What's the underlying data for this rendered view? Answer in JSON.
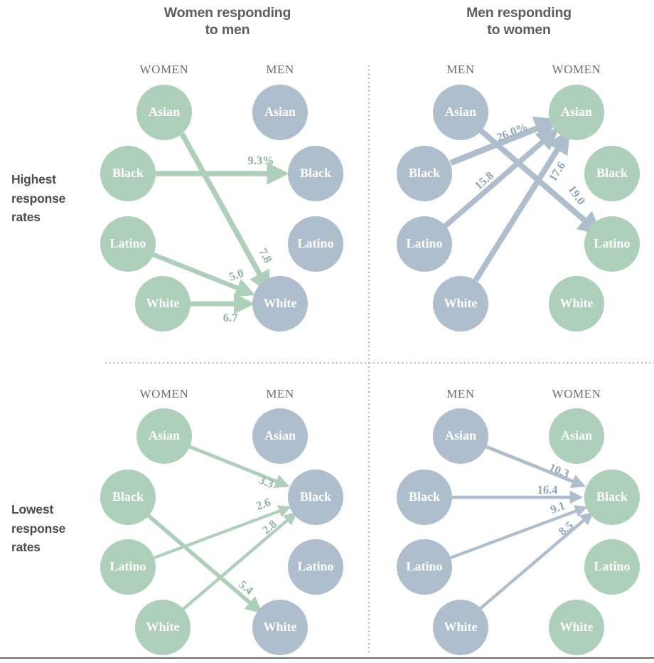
{
  "colors": {
    "green": "#aecfb9",
    "blue": "#aebecd",
    "green_text": "#8cb79c",
    "blue_text": "#8fa5bb",
    "node_text": "#ffffff",
    "heading": "#5e5e62",
    "row_label": "#4c4c50",
    "column_head": "#6f6f73",
    "divider": "#8c8c90",
    "baseline": "#3b3b3f",
    "background": "#ffffff"
  },
  "panels": {
    "left_title_line1": "Women responding",
    "left_title_line2": "to men",
    "right_title_line1": "Men responding",
    "right_title_line2": "to women"
  },
  "rows": {
    "top_label_line1": "Highest",
    "top_label_line2": "response",
    "top_label_line3": "rates",
    "bottom_label_line1": "Lowest",
    "bottom_label_line2": "response",
    "bottom_label_line3": "rates"
  },
  "column_heads": {
    "women": "WOMEN",
    "men": "MEN"
  },
  "categories": [
    "Asian",
    "Black",
    "Latino",
    "White"
  ],
  "chart_data": {
    "type": "diagram",
    "title": "Online dating response rates by race and gender",
    "subtitle": "",
    "xlabel": "",
    "ylabel": "",
    "value_unit": "percent",
    "quadrants": [
      {
        "id": "women-to-men-highest",
        "panel": "Women responding to men",
        "row": "Highest response rates",
        "source_group": "WOMEN",
        "target_group": "MEN",
        "source_color": "#aecfb9",
        "target_color": "#aebecd",
        "edge_color": "#aecfb9",
        "nodes_source": [
          "Asian",
          "Black",
          "Latino",
          "White"
        ],
        "nodes_target": [
          "Asian",
          "Black",
          "Latino",
          "White"
        ],
        "edges": [
          {
            "from": "Asian",
            "to": "White",
            "value": 7.8,
            "label": "7.8"
          },
          {
            "from": "Black",
            "to": "Black",
            "value": 9.3,
            "label": "9.3%"
          },
          {
            "from": "Latino",
            "to": "White",
            "value": 5.0,
            "label": "5.0"
          },
          {
            "from": "White",
            "to": "White",
            "value": 6.7,
            "label": "6.7"
          }
        ]
      },
      {
        "id": "men-to-women-highest",
        "panel": "Men responding to women",
        "row": "Highest response rates",
        "source_group": "MEN",
        "target_group": "WOMEN",
        "source_color": "#aebecd",
        "target_color": "#aecfb9",
        "edge_color": "#aebecd",
        "nodes_source": [
          "Asian",
          "Black",
          "Latino",
          "White"
        ],
        "nodes_target": [
          "Asian",
          "Black",
          "Latino",
          "White"
        ],
        "edges": [
          {
            "from": "Asian",
            "to": "Latino",
            "value": 19.0,
            "label": "19.0"
          },
          {
            "from": "Black",
            "to": "Asian",
            "value": 26.0,
            "label": "26.0%"
          },
          {
            "from": "Latino",
            "to": "Asian",
            "value": 15.8,
            "label": "15.8"
          },
          {
            "from": "White",
            "to": "Asian",
            "value": 17.6,
            "label": "17.6"
          }
        ]
      },
      {
        "id": "women-to-men-lowest",
        "panel": "Women responding to men",
        "row": "Lowest response rates",
        "source_group": "WOMEN",
        "target_group": "MEN",
        "source_color": "#aecfb9",
        "target_color": "#aebecd",
        "edge_color": "#aecfb9",
        "nodes_source": [
          "Asian",
          "Black",
          "Latino",
          "White"
        ],
        "nodes_target": [
          "Asian",
          "Black",
          "Latino",
          "White"
        ],
        "edges": [
          {
            "from": "Asian",
            "to": "Black",
            "value": 3.3,
            "label": "3.3"
          },
          {
            "from": "Black",
            "to": "White",
            "value": 5.4,
            "label": "5.4"
          },
          {
            "from": "Latino",
            "to": "Black",
            "value": 2.6,
            "label": "2.6"
          },
          {
            "from": "White",
            "to": "Black",
            "value": 2.8,
            "label": "2.8"
          }
        ]
      },
      {
        "id": "men-to-women-lowest",
        "panel": "Men responding to women",
        "row": "Lowest response rates",
        "source_group": "MEN",
        "target_group": "WOMEN",
        "source_color": "#aebecd",
        "target_color": "#aecfb9",
        "edge_color": "#aebecd",
        "nodes_source": [
          "Asian",
          "Black",
          "Latino",
          "White"
        ],
        "nodes_target": [
          "Asian",
          "Black",
          "Latino",
          "White"
        ],
        "edges": [
          {
            "from": "Asian",
            "to": "Black",
            "value": 10.3,
            "label": "10.3"
          },
          {
            "from": "Black",
            "to": "Black",
            "value": 16.4,
            "label": "16.4"
          },
          {
            "from": "Latino",
            "to": "Black",
            "value": 9.1,
            "label": "9.1"
          },
          {
            "from": "White",
            "to": "Black",
            "value": 8.5,
            "label": "8.5"
          }
        ]
      }
    ]
  },
  "labels": {
    "q1": {
      "e0": "7.8",
      "e1": "9.3%",
      "e2": "5.0",
      "e3": "6.7",
      "n_s0": "Asian",
      "n_s1": "Black",
      "n_s2": "Latino",
      "n_s3": "White",
      "n_t0": "Asian",
      "n_t1": "Black",
      "n_t2": "Latino",
      "n_t3": "White",
      "head_left": "WOMEN",
      "head_right": "MEN"
    },
    "q2": {
      "e0": "19.0",
      "e1": "26.0%",
      "e2": "15.8",
      "e3": "17.6",
      "n_s0": "Asian",
      "n_s1": "Black",
      "n_s2": "Latino",
      "n_s3": "White",
      "n_t0": "Asian",
      "n_t1": "Black",
      "n_t2": "Latino",
      "n_t3": "White",
      "head_left": "MEN",
      "head_right": "WOMEN"
    },
    "q3": {
      "e0": "3.3",
      "e1": "5.4",
      "e2": "2.6",
      "e3": "2.8",
      "n_s0": "Asian",
      "n_s1": "Black",
      "n_s2": "Latino",
      "n_s3": "White",
      "n_t0": "Asian",
      "n_t1": "Black",
      "n_t2": "Latino",
      "n_t3": "White",
      "head_left": "WOMEN",
      "head_right": "MEN"
    },
    "q4": {
      "e0": "10.3",
      "e1": "16.4",
      "e2": "9.1",
      "e3": "8.5",
      "n_s0": "Asian",
      "n_s1": "Black",
      "n_s2": "Latino",
      "n_s3": "White",
      "n_t0": "Asian",
      "n_t1": "Black",
      "n_t2": "Latino",
      "n_t3": "White",
      "head_left": "MEN",
      "head_right": "WOMEN"
    }
  }
}
